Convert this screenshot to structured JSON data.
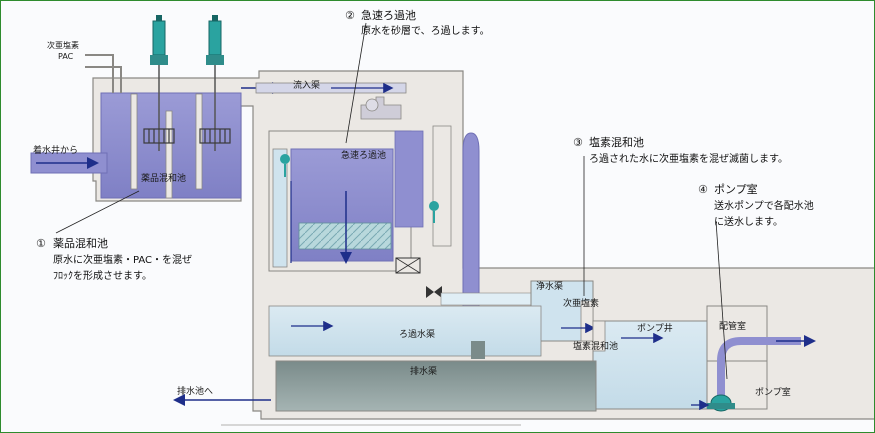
{
  "chemicals": {
    "hypochlorite": "次亜塩素",
    "pac": "PAC"
  },
  "labels": {
    "intake_from": "着水井から",
    "mixing_basin": "薬品混和池",
    "inflow_channel": "流入渠",
    "rapid_filter": "急速ろ過池",
    "clean_water_channel": "浄水渠",
    "hypochlorite_inject": "次亜塩素",
    "chlorine_mix_basin": "塩素混和池",
    "pump_well": "ポンプ井",
    "piping_room": "配管室",
    "pump_room": "ポンプ室",
    "filtered_channel": "ろ過水渠",
    "drain_channel": "排水渠",
    "to_drain_pond": "排水池へ"
  },
  "annotations": {
    "mixing": {
      "number": "①",
      "title": "薬品混和池",
      "lines": [
        "原水に次亜塩素・PAC・を混ぜ",
        "ﾌﾛｯｸを形成させます。"
      ]
    },
    "filter": {
      "number": "②",
      "title": "急速ろ過池",
      "lines": [
        "原水を砂層で、ろ過します。"
      ]
    },
    "chlorine": {
      "number": "③",
      "title": "塩素混和池",
      "lines": [
        "ろ過された水に次亜塩素を混ぜ滅菌します。"
      ]
    },
    "pump": {
      "number": "④",
      "title": "ポンプ室",
      "lines": [
        "送水ポンプで各配水池",
        "に送水します。"
      ]
    }
  },
  "colors": {
    "frame": "#2e8b2e",
    "wall": "#e9e6e2",
    "wall_edge": "#8a8884",
    "water": "#8f8fd0",
    "light_water": "#cfe3ee",
    "pipe": "#7f80c8",
    "arrow": "#1e2e8a",
    "motor": "#2aa3a0"
  }
}
